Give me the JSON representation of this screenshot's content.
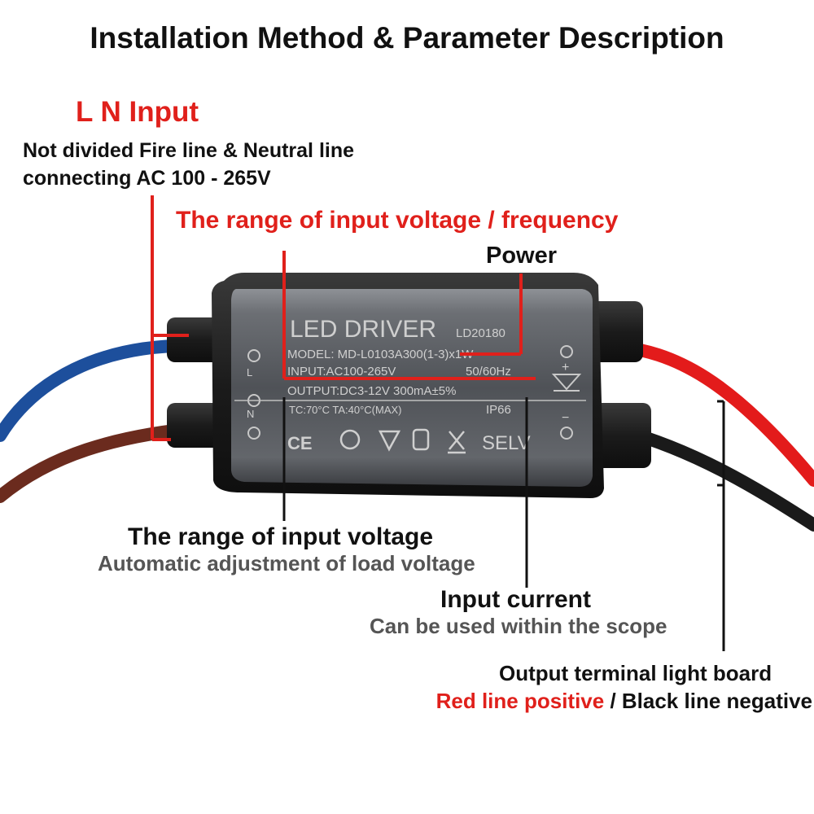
{
  "title": "Installation Method & Parameter Description",
  "ln_input": {
    "heading": "L N Input",
    "line1": "Not divided Fire line & Neutral line",
    "line2": "connecting AC 100 - 265V"
  },
  "range_freq": "The range of input voltage / frequency",
  "power": "Power",
  "range_voltage": {
    "heading": "The range of input voltage",
    "sub": "Automatic adjustment of load voltage"
  },
  "input_current": {
    "heading": "Input current",
    "sub": "Can be used within the scope"
  },
  "output": {
    "line1": "Output terminal light board",
    "red_part": "Red line positive",
    "sep": " / ",
    "black_part": "Black line negative"
  },
  "device": {
    "brand": "LED DRIVER",
    "code": "LD20180",
    "model": "MODEL: MD-L0103A300(1-3)x1W",
    "input": "INPUT:AC100-265V",
    "freq": "50/60Hz",
    "output": "OUTPUT:DC3-12V 300mA±5%",
    "temp": "TC:70°C   TA:40°C(MAX)",
    "ip": "IP66",
    "cert": "SELV",
    "terminal_l": "L",
    "terminal_n": "N",
    "terminal_plus": "+",
    "terminal_minus": "−"
  },
  "colors": {
    "red_text": "#e0201b",
    "black_text": "#111111",
    "gray_text": "#555555",
    "red_wire": "#e31b1b",
    "blue_wire": "#1d4f9c",
    "brown_wire": "#6b2b1e",
    "black_wire": "#1a1a1a"
  }
}
